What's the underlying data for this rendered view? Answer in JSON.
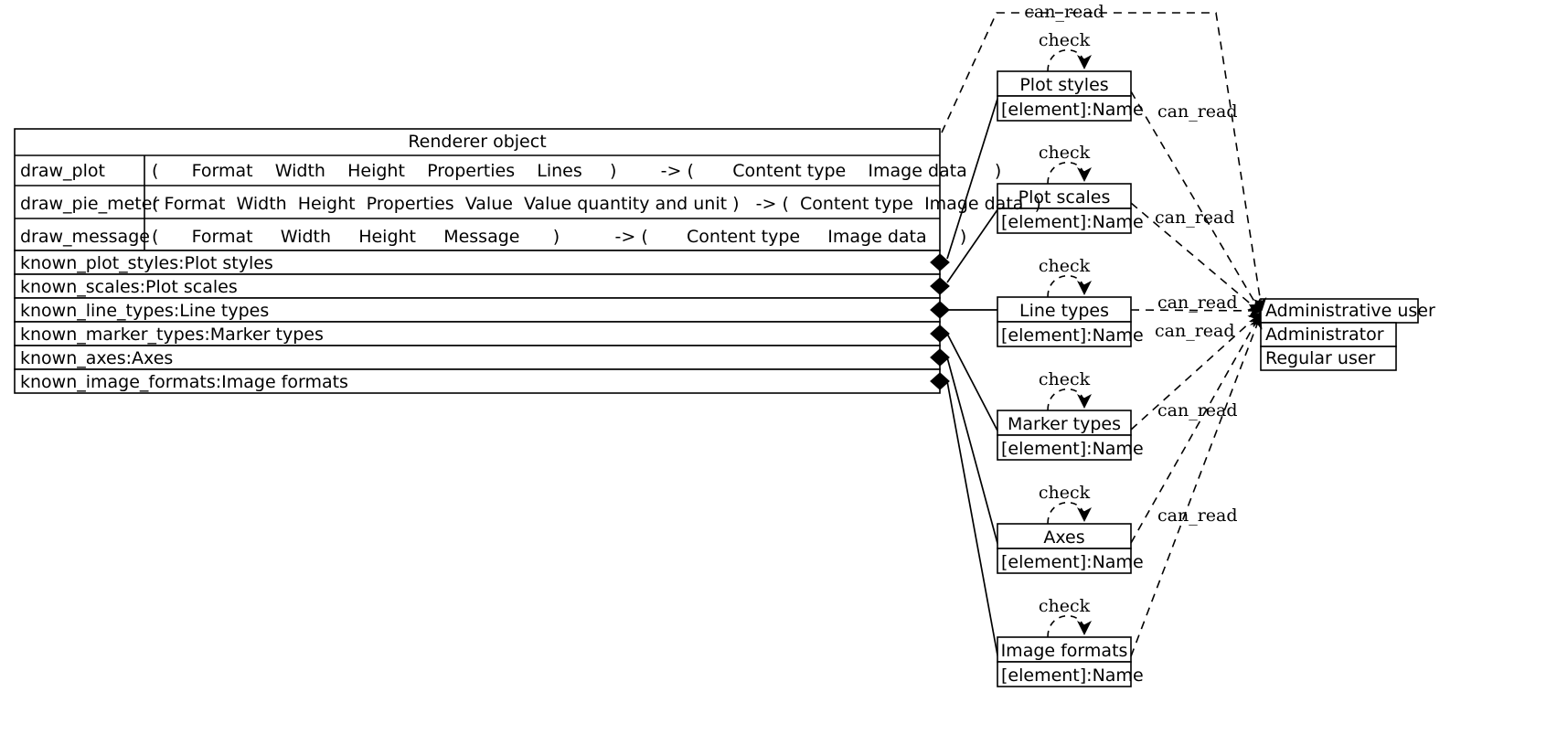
{
  "diagram": {
    "kind": "uml-class-diagram",
    "stroke_color": "#000000",
    "background_color": "#ffffff"
  },
  "renderer_class": {
    "title": "Renderer object",
    "methods": [
      {
        "name": "draw_plot",
        "signature": "(      Format    Width    Height    Properties    Lines     )        -> (       Content type    Image data     )"
      },
      {
        "name": "draw_pie_meter",
        "signature": "( Format  Width  Height  Properties  Value  Value quantity and unit )   -> (  Content type  Image data  )"
      },
      {
        "name": "draw_message",
        "signature": "(      Format     Width     Height     Message      )          -> (       Content type     Image data      )"
      }
    ],
    "attributes": [
      "known_plot_styles:Plot styles",
      "known_scales:Plot scales",
      "known_line_types:Line types",
      "known_marker_types:Marker types",
      "known_axes:Axes",
      "known_image_formats:Image formats"
    ]
  },
  "entities": [
    {
      "title": "Plot styles",
      "attribute": "[element]:Name"
    },
    {
      "title": "Plot scales",
      "attribute": "[element]:Name"
    },
    {
      "title": "Line types",
      "attribute": "[element]:Name"
    },
    {
      "title": "Marker types",
      "attribute": "[element]:Name"
    },
    {
      "title": "Axes",
      "attribute": "[element]:Name"
    },
    {
      "title": "Image formats",
      "attribute": "[element]:Name"
    }
  ],
  "actor": {
    "title": "Administrative user",
    "roles": [
      "Administrator",
      "Regular user"
    ]
  },
  "edge_labels": {
    "check": "check",
    "can_read": "can_read"
  },
  "self_loop_labels": [
    "check",
    "check",
    "check",
    "check",
    "check",
    "check"
  ],
  "can_read_labels": [
    "can_read",
    "can_read",
    "can_read",
    "can_read",
    "can_read",
    "can_read",
    "can_read"
  ]
}
